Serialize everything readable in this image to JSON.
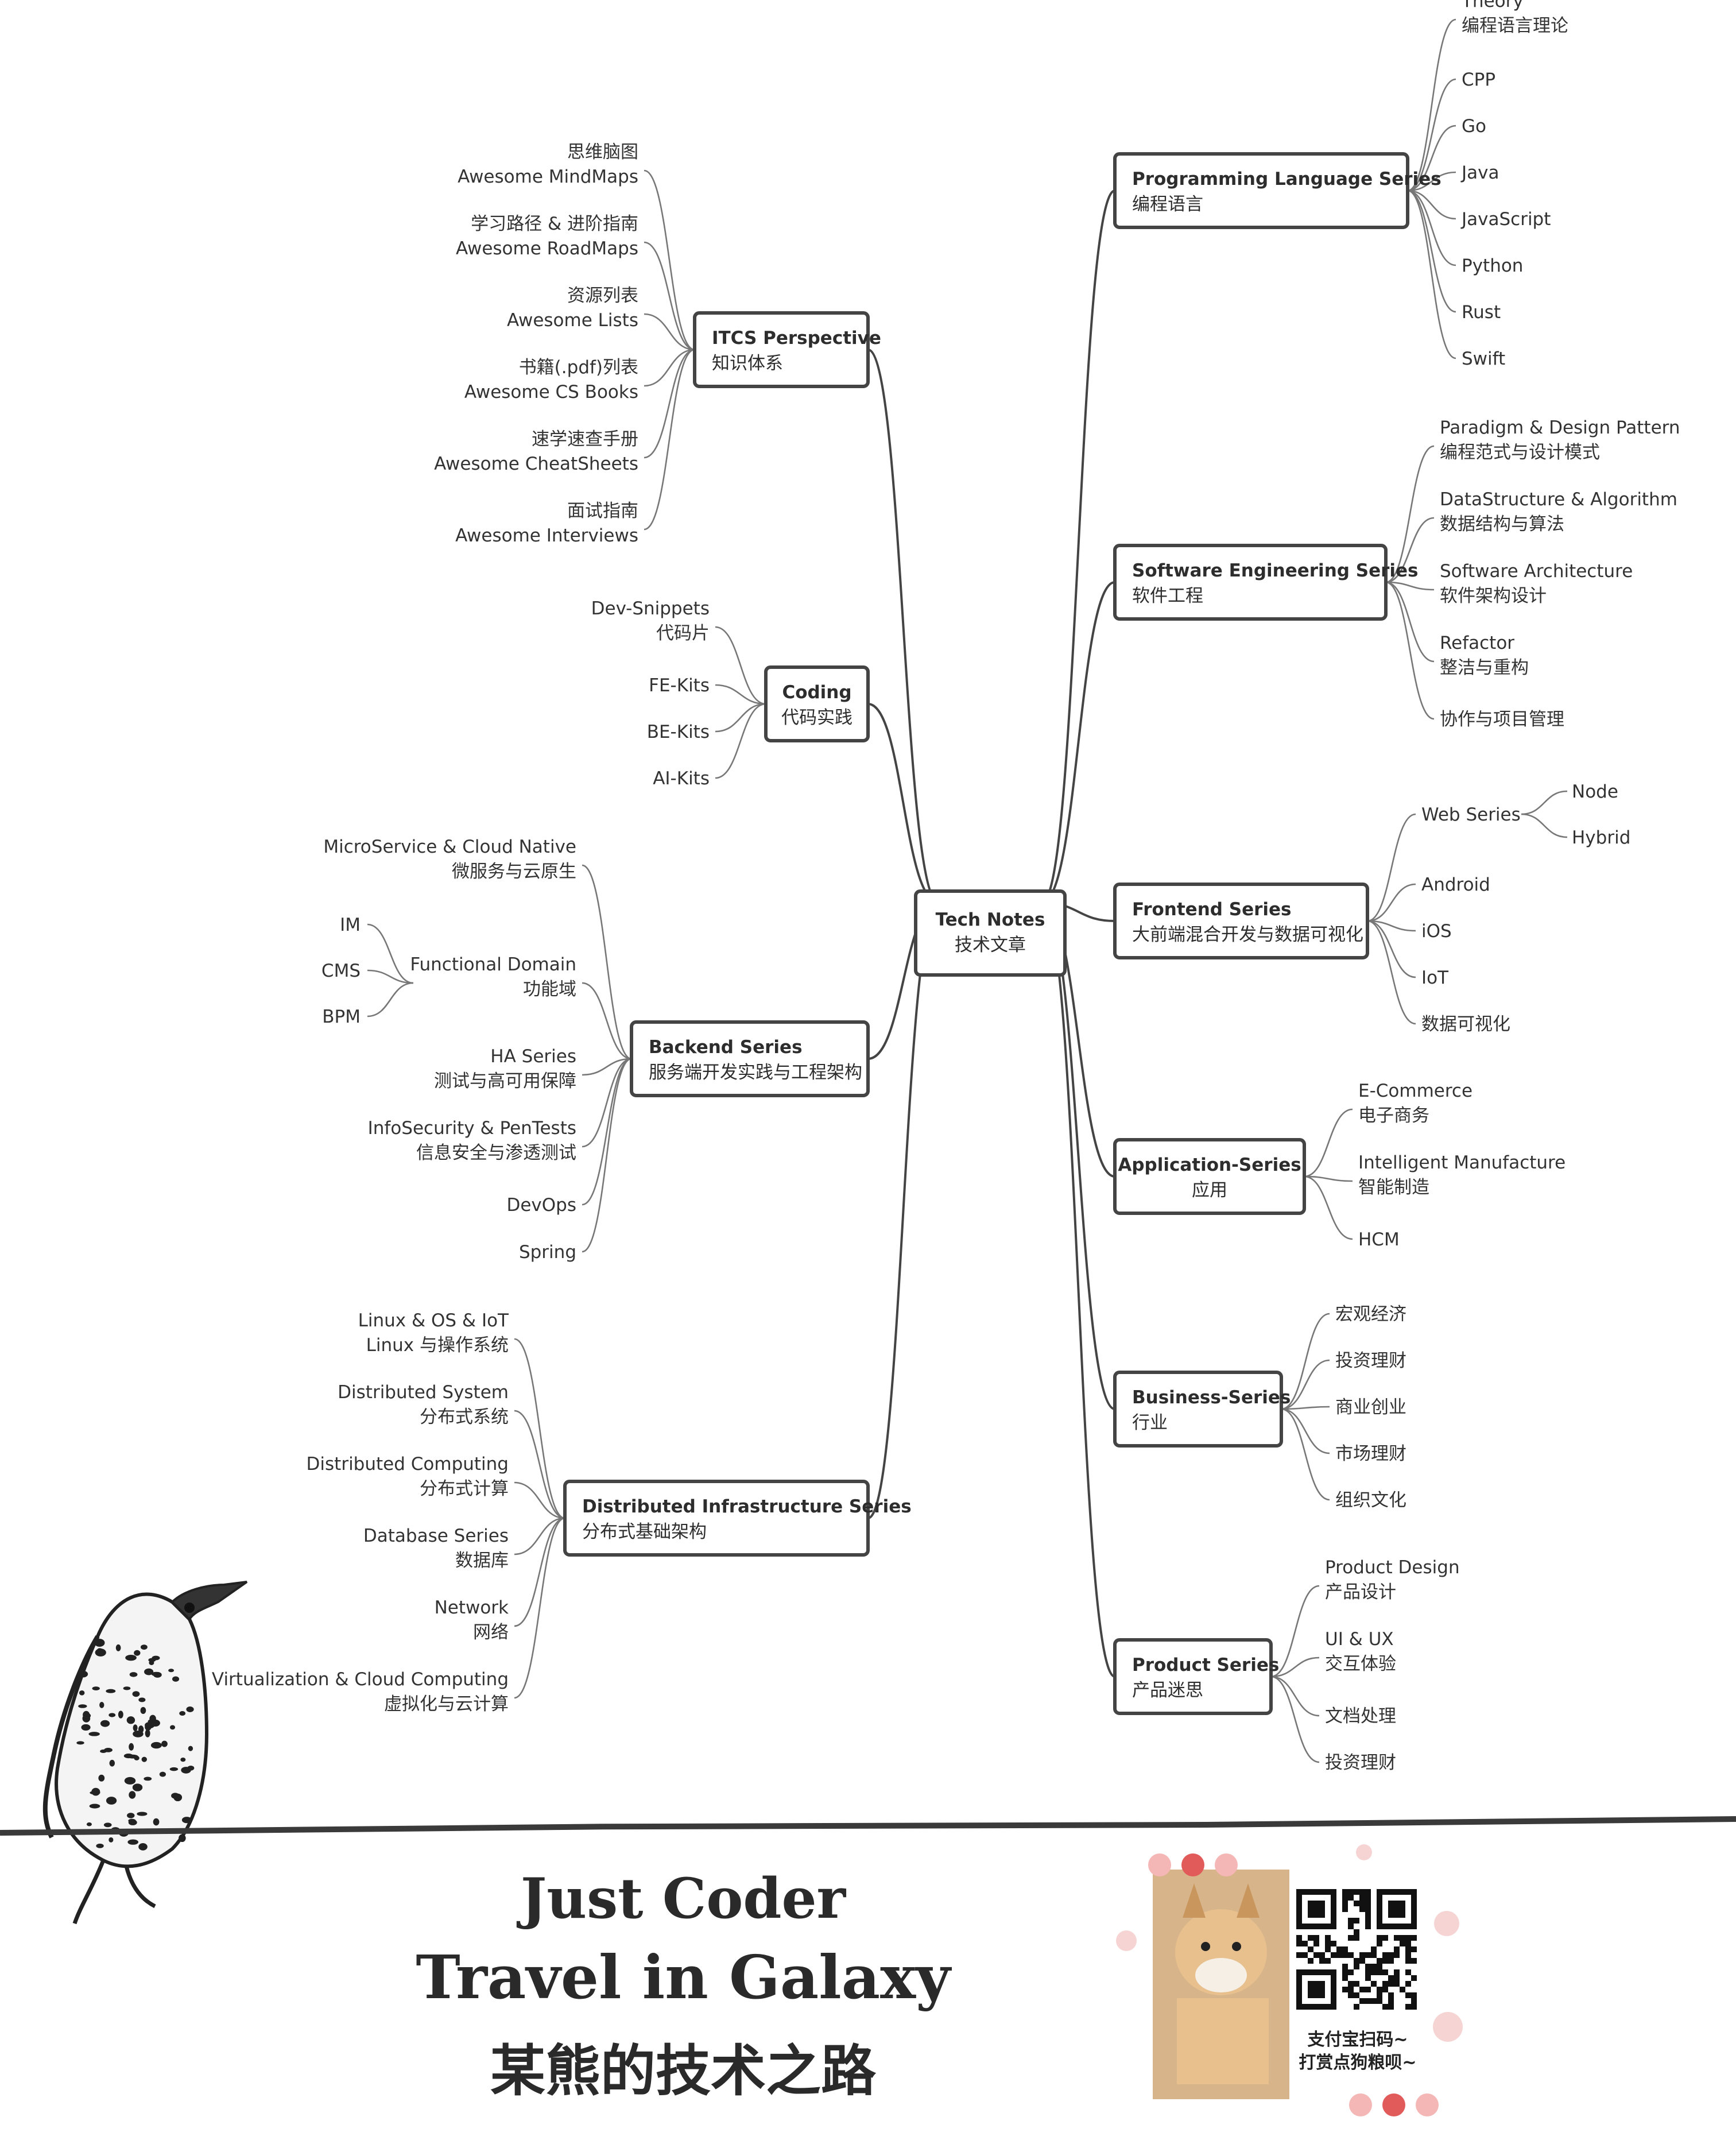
{
  "center": {
    "en": "Tech Notes",
    "zh": "技术文章"
  },
  "branches": [
    {
      "id": "itcs",
      "en": "ITCS Perspective",
      "zh": "知识体系",
      "leaves": [
        {
          "a": "思维脑图",
          "b": "Awesome MindMaps"
        },
        {
          "a": "学习路径 & 进阶指南",
          "b": "Awesome RoadMaps"
        },
        {
          "a": "资源列表",
          "b": "Awesome Lists"
        },
        {
          "a": "书籍(.pdf)列表",
          "b": "Awesome CS Books"
        },
        {
          "a": "速学速查手册",
          "b": "Awesome CheatSheets"
        },
        {
          "a": "面试指南",
          "b": "Awesome Interviews"
        }
      ]
    },
    {
      "id": "coding",
      "en": "Coding",
      "zh": "代码实践",
      "leaves": [
        {
          "a": "Dev-Snippets",
          "b": "代码片"
        },
        {
          "a": "FE-Kits"
        },
        {
          "a": "BE-Kits"
        },
        {
          "a": "AI-Kits"
        }
      ]
    },
    {
      "id": "backend",
      "en": "Backend Series",
      "zh": "服务端开发实践与工程架构",
      "leaves": [
        {
          "a": "MicroService & Cloud Native",
          "b": "微服务与云原生"
        },
        {
          "a": "Functional Domain",
          "b": "功能域",
          "children": [
            "IM",
            "CMS",
            "BPM"
          ]
        },
        {
          "a": "HA Series",
          "b": "测试与高可用保障"
        },
        {
          "a": "InfoSecurity & PenTests",
          "b": "信息安全与渗透测试"
        },
        {
          "a": "DevOps"
        },
        {
          "a": "Spring"
        }
      ]
    },
    {
      "id": "dist",
      "en": "Distributed Infrastructure Series",
      "zh": "分布式基础架构",
      "leaves": [
        {
          "a": "Linux & OS & IoT",
          "b": "Linux 与操作系统"
        },
        {
          "a": "Distributed System",
          "b": "分布式系统"
        },
        {
          "a": "Distributed Computing",
          "b": "分布式计算"
        },
        {
          "a": "Database Series",
          "b": "数据库"
        },
        {
          "a": "Network",
          "b": "网络"
        },
        {
          "a": "Virtualization & Cloud Computing",
          "b": "虚拟化与云计算"
        }
      ]
    },
    {
      "id": "pl",
      "en": "Programming Language Series",
      "zh": "编程语言",
      "leaves": [
        {
          "a": "Theory",
          "b": "编程语言理论"
        },
        {
          "a": "CPP"
        },
        {
          "a": "Go"
        },
        {
          "a": "Java"
        },
        {
          "a": "JavaScript"
        },
        {
          "a": "Python"
        },
        {
          "a": "Rust"
        },
        {
          "a": "Swift"
        }
      ]
    },
    {
      "id": "se",
      "en": "Software Engineering Series",
      "zh": "软件工程",
      "leaves": [
        {
          "a": "Paradigm & Design Pattern",
          "b": "编程范式与设计模式"
        },
        {
          "a": "DataStructure & Algorithm",
          "b": "数据结构与算法"
        },
        {
          "a": "Software Architecture",
          "b": "软件架构设计"
        },
        {
          "a": "Refactor",
          "b": "整洁与重构"
        },
        {
          "a": "协作与项目管理"
        }
      ]
    },
    {
      "id": "fe",
      "en": "Frontend Series",
      "zh": "大前端混合开发与数据可视化",
      "leaves": [
        {
          "a": "Web Series",
          "children": [
            "Node",
            "Hybrid"
          ]
        },
        {
          "a": "Android"
        },
        {
          "a": "iOS"
        },
        {
          "a": "IoT"
        },
        {
          "a": "数据可视化"
        }
      ]
    },
    {
      "id": "app",
      "en": "Application-Series",
      "zh": "应用",
      "leaves": [
        {
          "a": "E-Commerce",
          "b": "电子商务"
        },
        {
          "a": "Intelligent Manufacture",
          "b": "智能制造"
        },
        {
          "a": "HCM"
        }
      ]
    },
    {
      "id": "biz",
      "en": "Business-Series",
      "zh": "行业",
      "leaves": [
        {
          "a": "宏观经济"
        },
        {
          "a": "投资理财"
        },
        {
          "a": "商业创业"
        },
        {
          "a": "市场理财"
        },
        {
          "a": "组织文化"
        }
      ]
    },
    {
      "id": "prod",
      "en": "Product Series",
      "zh": "产品迷思",
      "leaves": [
        {
          "a": "Product Design",
          "b": "产品设计"
        },
        {
          "a": "UI & UX",
          "b": "交互体验"
        },
        {
          "a": "文档处理"
        },
        {
          "a": "投资理财"
        }
      ]
    }
  ],
  "footer": {
    "line1": "Just Coder",
    "line2": "Travel in Galaxy",
    "line3": "某熊的技术之路",
    "qr1": "支付宝扫码~",
    "qr2": "打赏点狗粮呗~"
  }
}
